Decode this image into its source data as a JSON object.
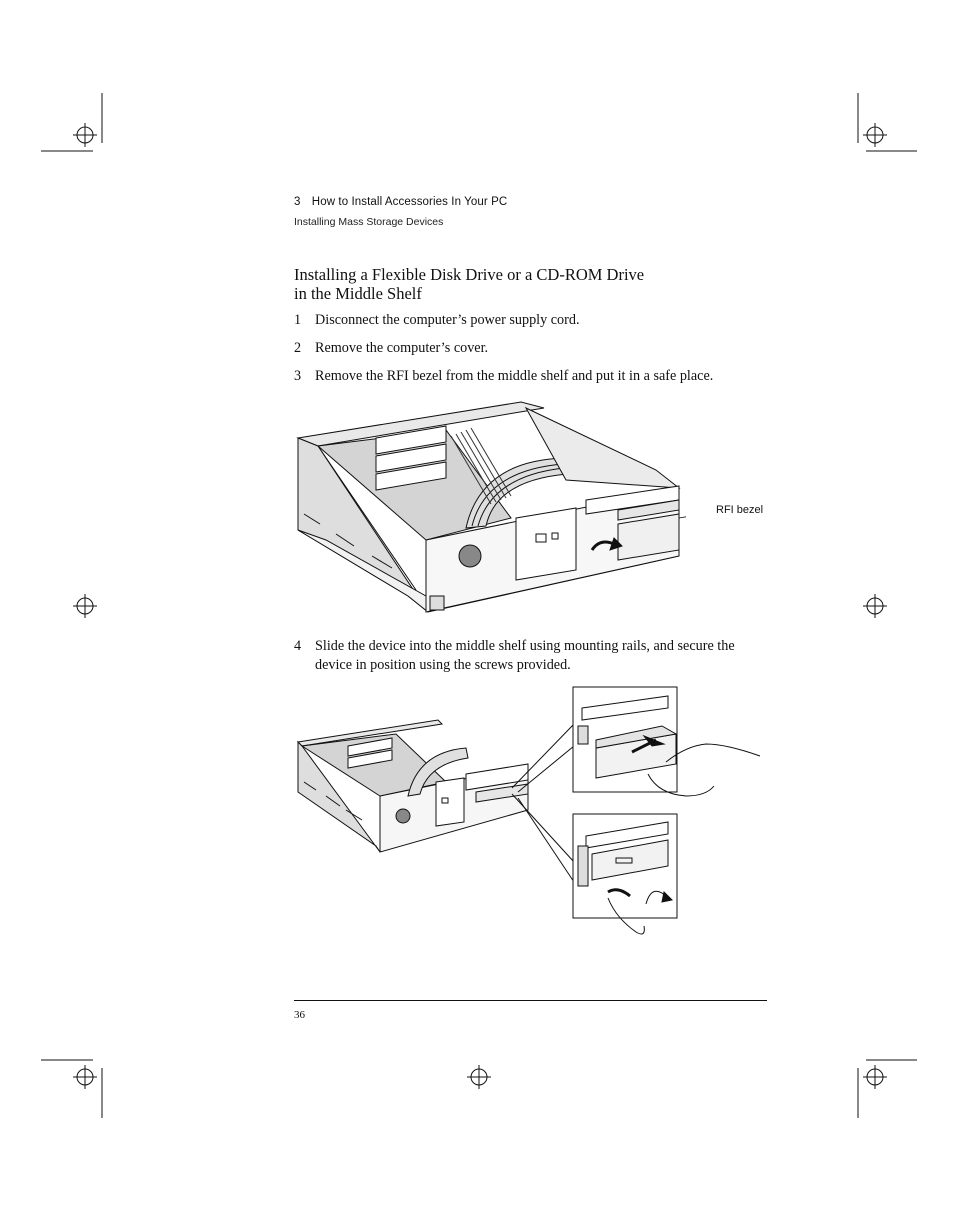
{
  "header": {
    "chapter_number": "3",
    "chapter_title": "How to Install Accessories In Your PC",
    "section_title": "Installing Mass Storage Devices"
  },
  "heading": {
    "line1": "Installing a Flexible Disk Drive or a CD-ROM Drive",
    "line2": "in the Middle Shelf"
  },
  "steps": [
    {
      "number": "1",
      "text": "Disconnect the computer’s power supply cord."
    },
    {
      "number": "2",
      "text": "Remove the computer’s cover."
    },
    {
      "number": "3",
      "text": "Remove the RFI bezel from the middle shelf and put it in a safe place."
    },
    {
      "number": "4",
      "text": "Slide the device into the middle shelf using mounting rails, and secure the device in position using the screws provided."
    }
  ],
  "figure1": {
    "callout": "RFI bezel"
  },
  "footer": {
    "page_number": "36"
  }
}
